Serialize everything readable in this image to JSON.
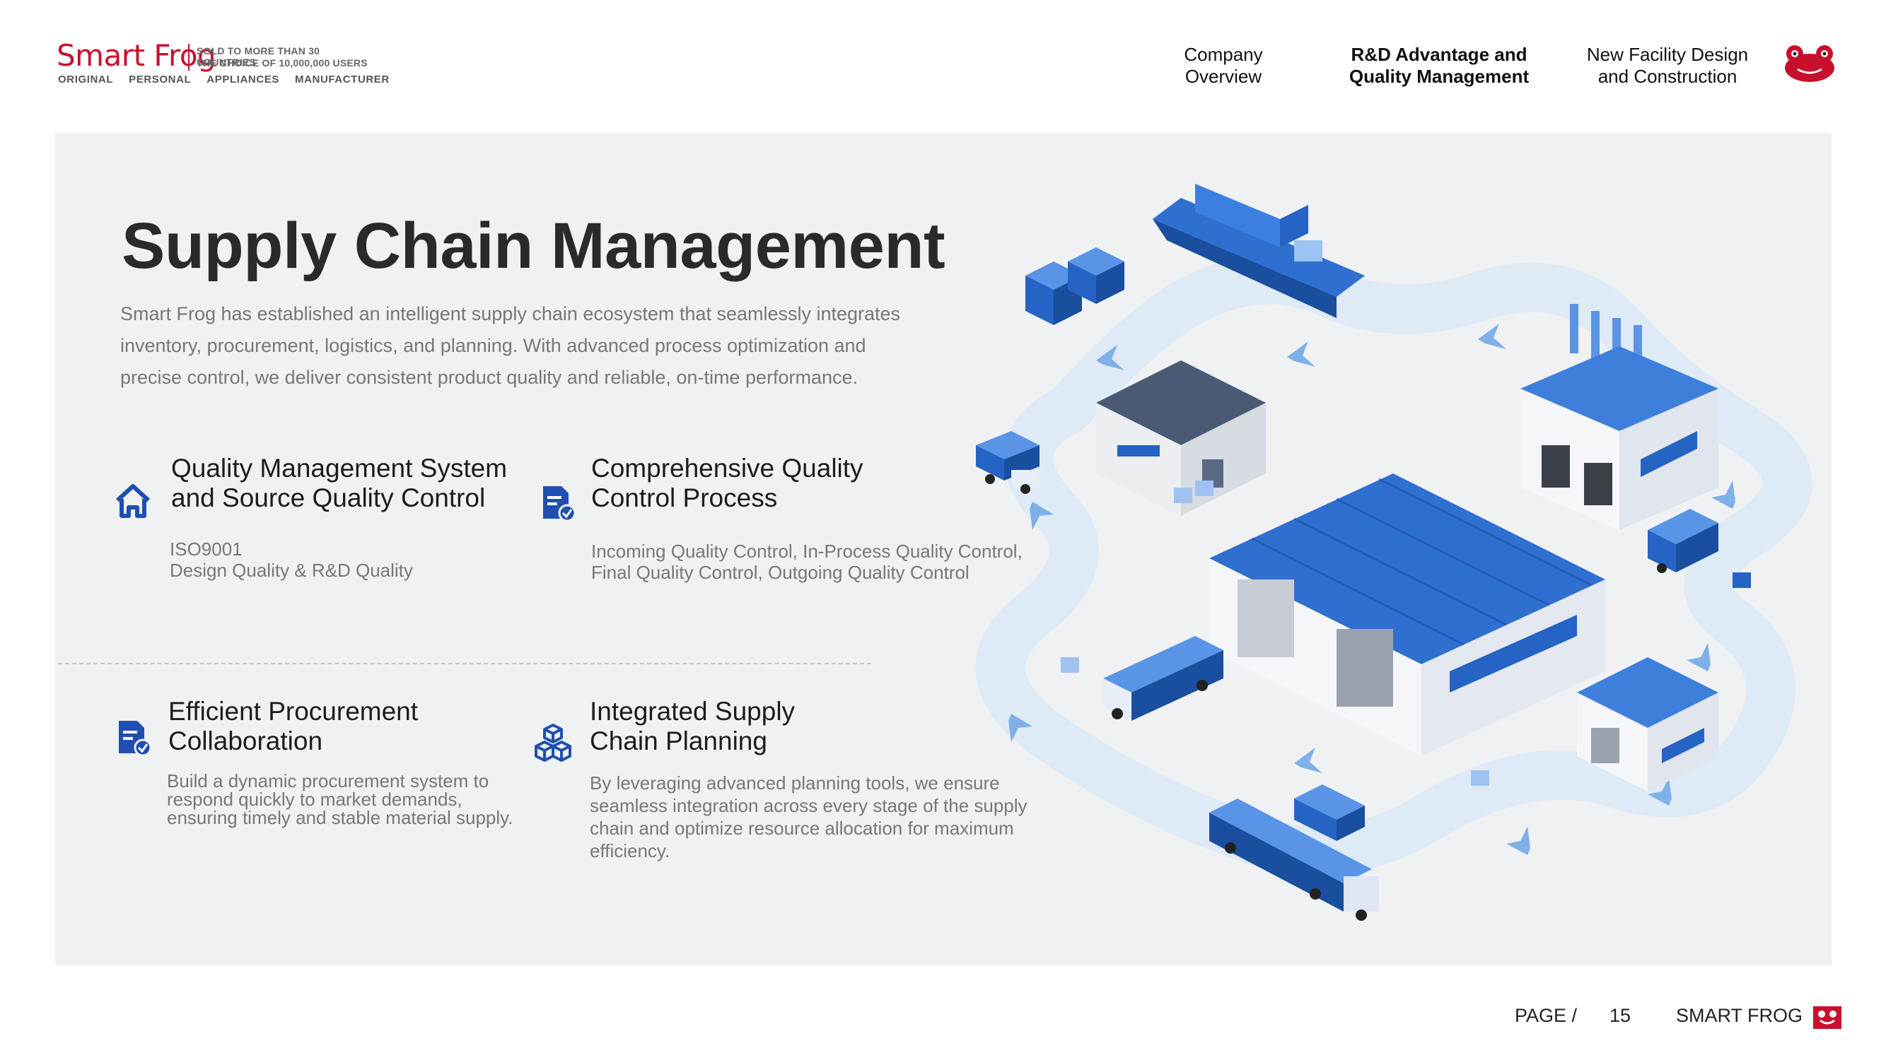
{
  "brand": {
    "name": "Smart Frog",
    "tagline_1": "SOLD TO MORE THAN 30 COUNTRIES",
    "tagline_2": "THE CHOICE OF 10,000,000 USERS",
    "sub_words": [
      "ORIGINAL",
      "PERSONAL",
      "APPLIANCES",
      "MANUFACTURER"
    ],
    "color": "#c8102e"
  },
  "nav": {
    "items": [
      {
        "line1": "Company",
        "line2": "Overview",
        "active": false
      },
      {
        "line1": "R&D Advantage and",
        "line2": "Quality Management",
        "active": true
      },
      {
        "line1": "New Facility Design",
        "line2": "and Construction",
        "active": false
      }
    ],
    "logo_icon": "frog-icon"
  },
  "slide": {
    "title": "Supply Chain Management",
    "intro": "Smart Frog has established an intelligent supply chain ecosystem that seamlessly integrates inventory, procurement, logistics, and planning. With advanced process optimization and precise control, we deliver consistent product quality and reliable, on-time performance.",
    "features": [
      {
        "icon": "house-icon",
        "title_1": "Quality Management System",
        "title_2": "and Source Quality Control",
        "desc_1": "ISO9001",
        "desc_2": "Design Quality & R&D Quality"
      },
      {
        "icon": "document-check-icon",
        "title_1": "Comprehensive Quality",
        "title_2": "Control Process",
        "desc_1": "Incoming Quality Control, In-Process Quality Control,",
        "desc_2": "Final Quality Control, Outgoing Quality Control"
      },
      {
        "icon": "document-check-icon",
        "title_1": "Efficient Procurement",
        "title_2": "Collaboration",
        "desc_1": "Build a dynamic procurement system to",
        "desc_2": "respond quickly to market demands,",
        "desc_3": "ensuring timely and stable material supply."
      },
      {
        "icon": "cubes-icon",
        "title_1": "Integrated Supply",
        "title_2": "Chain Planning",
        "desc_1": "By leveraging advanced planning tools, we ensure",
        "desc_2": "seamless integration across every stage of the supply",
        "desc_3": "chain and optimize resource allocation for maximum",
        "desc_4": "efficiency."
      }
    ],
    "illustration": "isometric-logistics-illustration",
    "accent_color": "#1f5fbf"
  },
  "footer": {
    "page_label": "PAGE /",
    "page_number": "15",
    "brand": "SMART FROG",
    "icon": "frog-icon"
  }
}
